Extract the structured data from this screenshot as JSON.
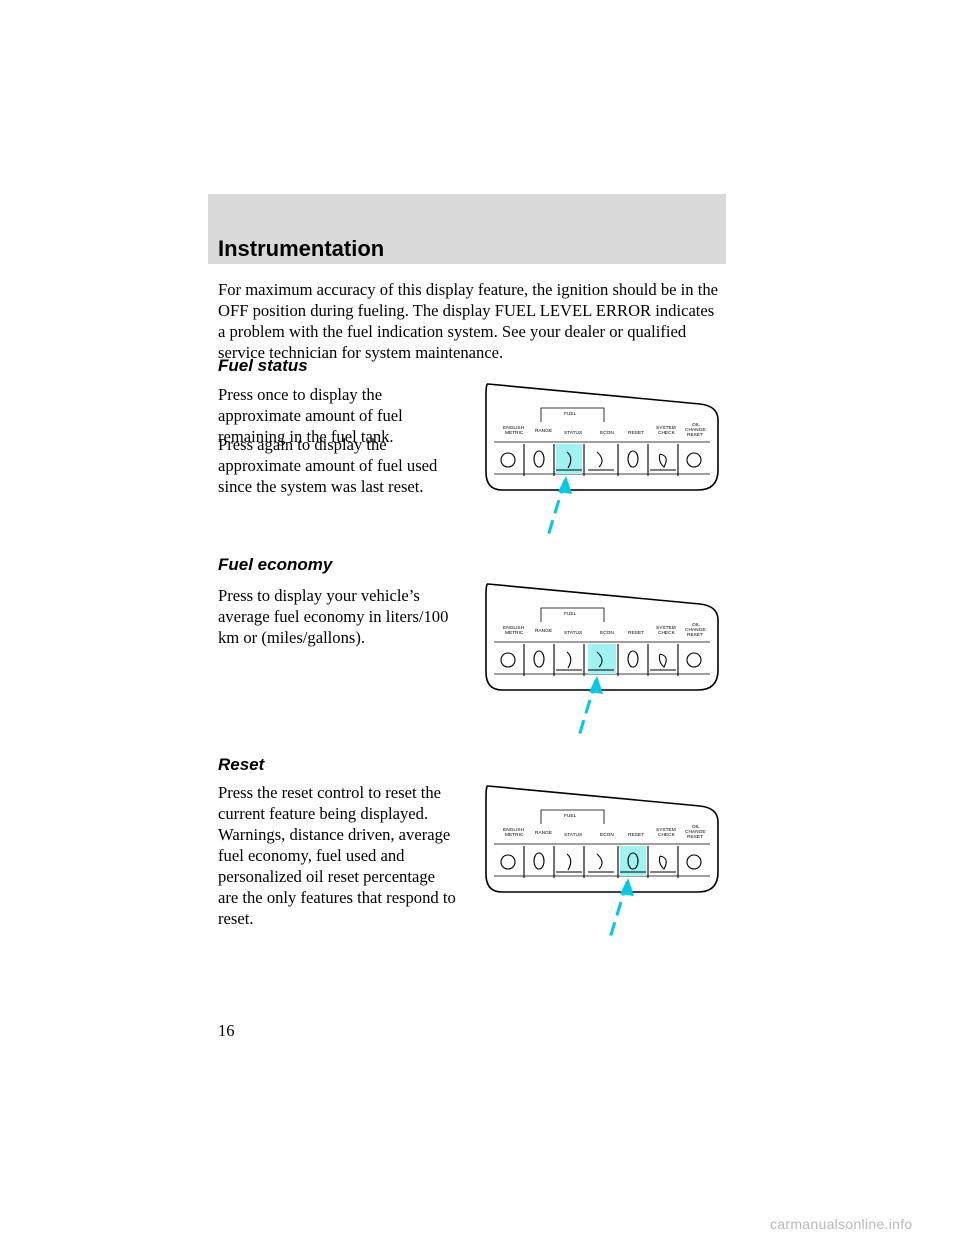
{
  "header": {
    "title": "Instrumentation"
  },
  "intro": "For maximum accuracy of this display feature, the ignition should be in the OFF position during fueling. The display FUEL LEVEL ERROR indicates a problem with the fuel indication system. See your dealer or qualified service technician for system maintenance.",
  "sections": [
    {
      "heading": "Fuel status",
      "paragraphs": [
        "Press once to display the approximate amount of fuel remaining in the fuel tank.",
        "Press again to display the approximate amount of fuel used since the system was last reset."
      ]
    },
    {
      "heading": "Fuel economy",
      "paragraphs": [
        "Press to display your vehicle’s average fuel economy in liters/100 km or (miles/gallons)."
      ]
    },
    {
      "heading": "Reset",
      "paragraphs": [
        "Press the reset control to reset the current feature being displayed. Warnings, distance driven, average fuel economy, fuel used and personalized oil reset percentage are the only features that respond to reset."
      ]
    }
  ],
  "panel_labels": {
    "fuel": "FUEL",
    "english": "ENGLISH",
    "metric": "METRIC",
    "range": "RANGE",
    "status": "STATUS",
    "econ": "ECON",
    "reset": "RESET",
    "system": "SYSTEM",
    "check": "CHECK",
    "oil": "OIL",
    "change": "CHANGE",
    "reset2": "RESET"
  },
  "highlights": {
    "fuel_status": "STATUS",
    "fuel_economy": "ECON",
    "reset": "RESET"
  },
  "colors": {
    "highlight": "#9ff3f3",
    "arrow": "#00c8e6",
    "header_band": "#d9d9d9"
  },
  "page_number": "16",
  "footer": "carmanualsonline.info"
}
